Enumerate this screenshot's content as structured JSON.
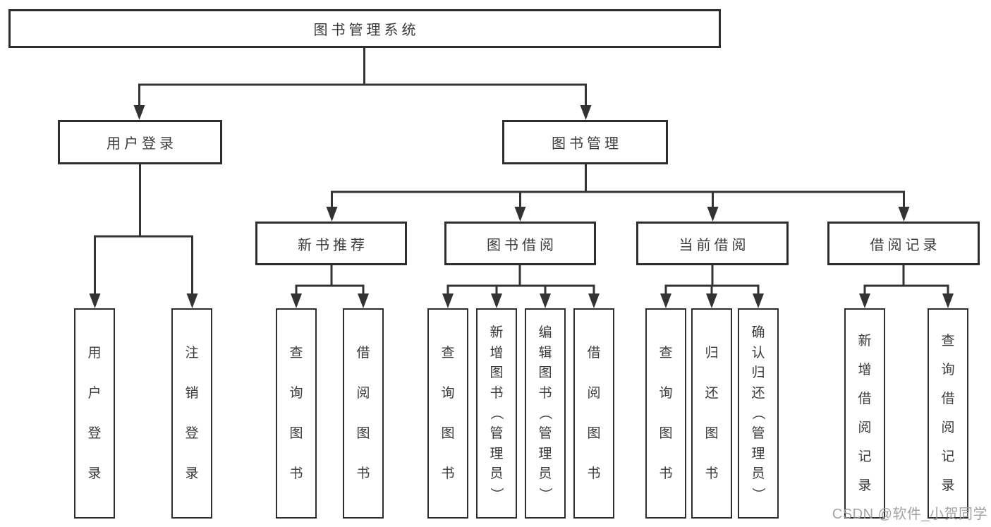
{
  "colors": {
    "line": "#333333",
    "box-border": "#2e2e2e",
    "text": "#3a3a3a",
    "watermark": "#9e9e9e",
    "background": "#ffffff"
  },
  "watermark": "CSDN @软件_小贺同学",
  "tree": {
    "root": {
      "label": "图书管理系统"
    },
    "branches": [
      {
        "label": "用户登录",
        "children": [
          {
            "label": "用户登录"
          },
          {
            "label": "注销登录"
          }
        ]
      },
      {
        "label": "图书管理",
        "children": [
          {
            "label": "新书推荐",
            "children": [
              {
                "label": "查询图书"
              },
              {
                "label": "借阅图书"
              }
            ]
          },
          {
            "label": "图书借阅",
            "children": [
              {
                "label": "查询图书"
              },
              {
                "label": "新增图书（管理员）"
              },
              {
                "label": "编辑图书（管理员）"
              },
              {
                "label": "借阅图书"
              }
            ]
          },
          {
            "label": "当前借阅",
            "children": [
              {
                "label": "查询图书"
              },
              {
                "label": "归还图书"
              },
              {
                "label": "确认归还（管理员）"
              }
            ]
          },
          {
            "label": "借阅记录",
            "children": [
              {
                "label": "新增借阅记录"
              },
              {
                "label": "查询借阅记录"
              }
            ]
          }
        ]
      }
    ]
  }
}
